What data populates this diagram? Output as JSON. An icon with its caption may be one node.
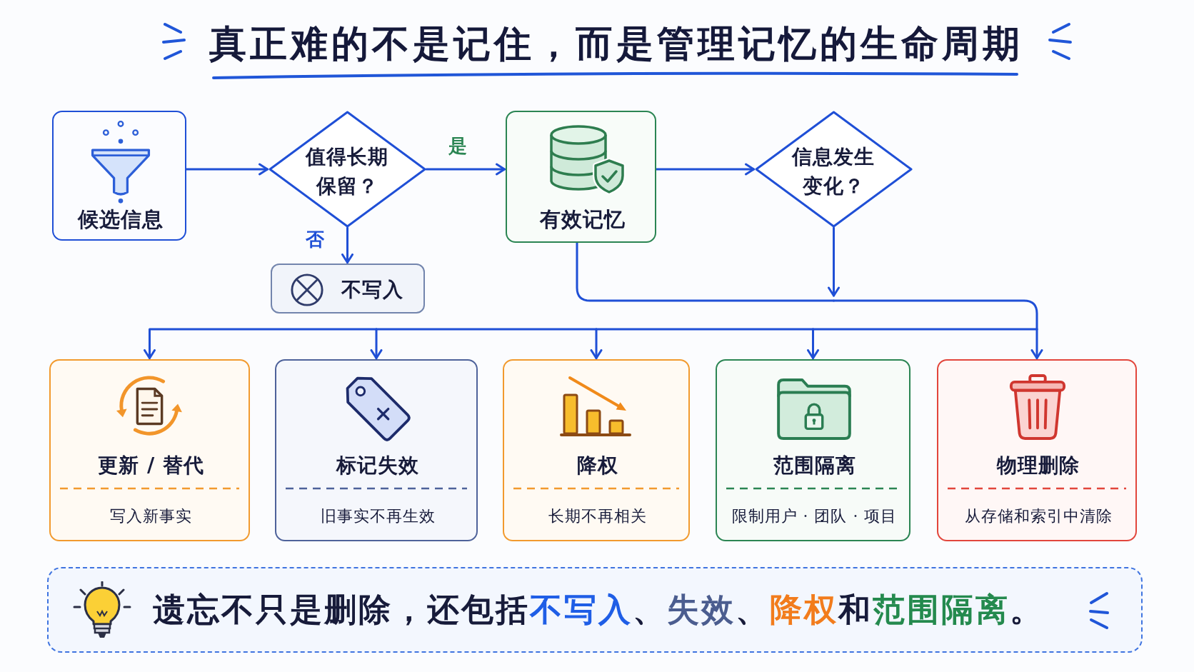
{
  "diagram": {
    "title": "真正难的不是记住，而是管理记忆的生命周期",
    "nodes": [
      {
        "text": [
          "候选信息"
        ]
      },
      {
        "text": [
          "值得长期保留？"
        ]
      },
      {
        "text": [
          "不写入"
        ]
      },
      {
        "text": [
          "有效记忆"
        ]
      },
      {
        "text": [
          "信息发生变化？"
        ]
      },
      {
        "text": [
          "更新 / 替代",
          "写入新事实"
        ]
      },
      {
        "text": [
          "标记失效",
          "旧事实不再生效"
        ]
      },
      {
        "text": [
          "降权",
          "长期不再相关"
        ]
      },
      {
        "text": [
          "范围隔离",
          "限制用户 · 团队 · 项目"
        ]
      },
      {
        "text": [
          "物理删除",
          "从存储和索引中清除"
        ]
      },
      {
        "text": [
          "遗忘不只是删除，还包括**不写入**、**失效**、**降权**和**范围隔离**。"
        ]
      }
    ],
    "edges": [
      {
        "from": 0,
        "to": 1,
        "arrow": "to"
      },
      {
        "from": 1,
        "to": 3,
        "arrow": "to",
        "label": "是"
      },
      {
        "from": 1,
        "to": 2,
        "arrow": "to",
        "label": "否"
      },
      {
        "from": 3,
        "to": 4,
        "arrow": "to"
      },
      {
        "from": 3,
        "to": 5,
        "arrow": "to"
      },
      {
        "from": 3,
        "to": 6,
        "arrow": "to"
      },
      {
        "from": 3,
        "to": 7,
        "arrow": "to"
      },
      {
        "from": 3,
        "to": 8,
        "arrow": "to"
      },
      {
        "from": 3,
        "to": 9,
        "arrow": "to"
      },
      {
        "from": 4,
        "to": 5,
        "arrow": "to"
      },
      {
        "from": 4,
        "to": 6,
        "arrow": "to"
      },
      {
        "from": 4,
        "to": 7,
        "arrow": "to"
      },
      {
        "from": 4,
        "to": 8,
        "arrow": "to"
      },
      {
        "from": 4,
        "to": 9,
        "arrow": "to"
      }
    ]
  }
}
